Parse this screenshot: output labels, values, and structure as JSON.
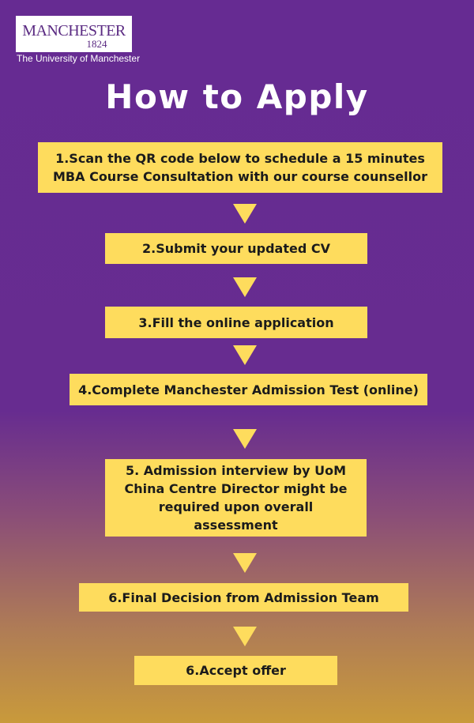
{
  "logo": {
    "name": "MANCHESTER",
    "year": "1824",
    "subtitle": "The University of Manchester"
  },
  "title": "How to Apply",
  "steps": [
    "1.Scan the QR code below to schedule a 15 minutes MBA Course Consultation with our course counsellor",
    "2.Submit your updated CV",
    "3.Fill the online application",
    "4.Complete Manchester Admission Test (online)",
    "5. Admission interview by UoM China Centre Director might be required upon overall assessment",
    "6.Final Decision from Admission Team",
    "6.Accept offer"
  ],
  "colors": {
    "box": "#fedc5d",
    "purple": "#662b92",
    "gold": "#c99a3b"
  }
}
